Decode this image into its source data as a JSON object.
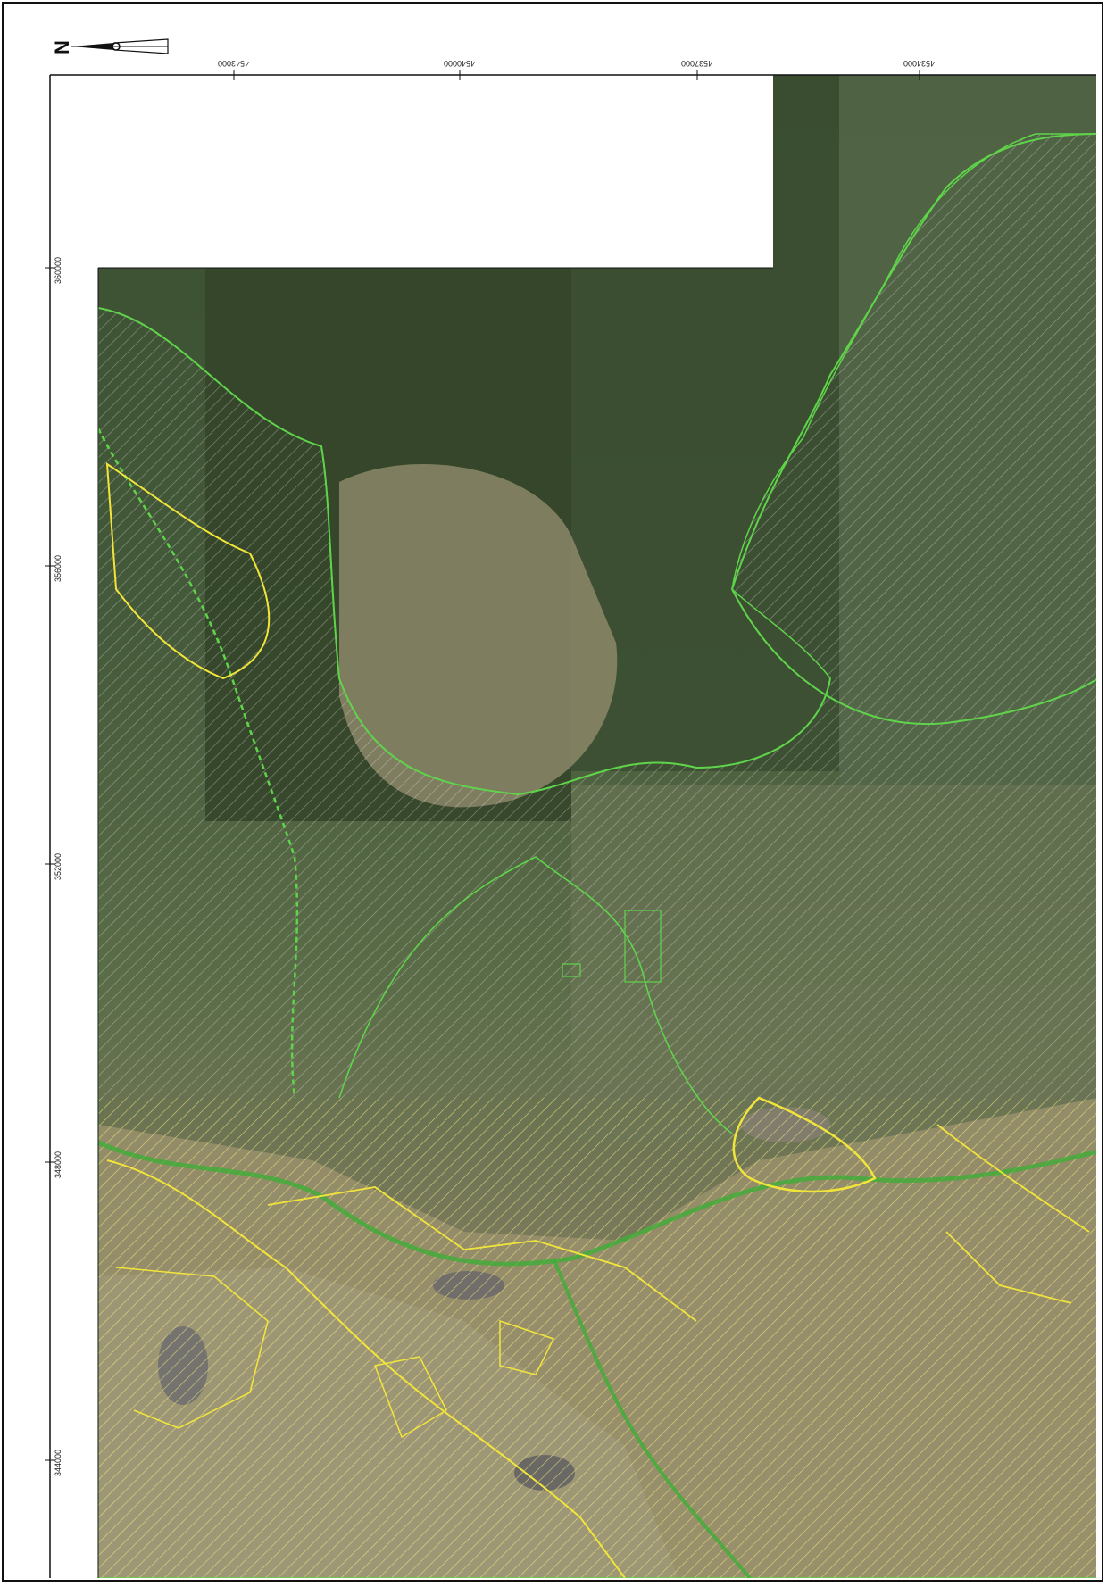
{
  "map": {
    "north_label": "N",
    "x_ticks": [
      "4543000",
      "4540000",
      "4537000",
      "4534000"
    ],
    "y_ticks": [
      "360000",
      "356000",
      "352000",
      "348000",
      "344000"
    ],
    "colors": {
      "forest_dark": "#33452b",
      "forest_mid": "#4f6440",
      "valley_light": "#8a8a68",
      "farmland": "#a59a72",
      "green_boundary": "#5fd44a",
      "yellow_boundary": "#f2e53a",
      "frame": "#111111"
    }
  }
}
